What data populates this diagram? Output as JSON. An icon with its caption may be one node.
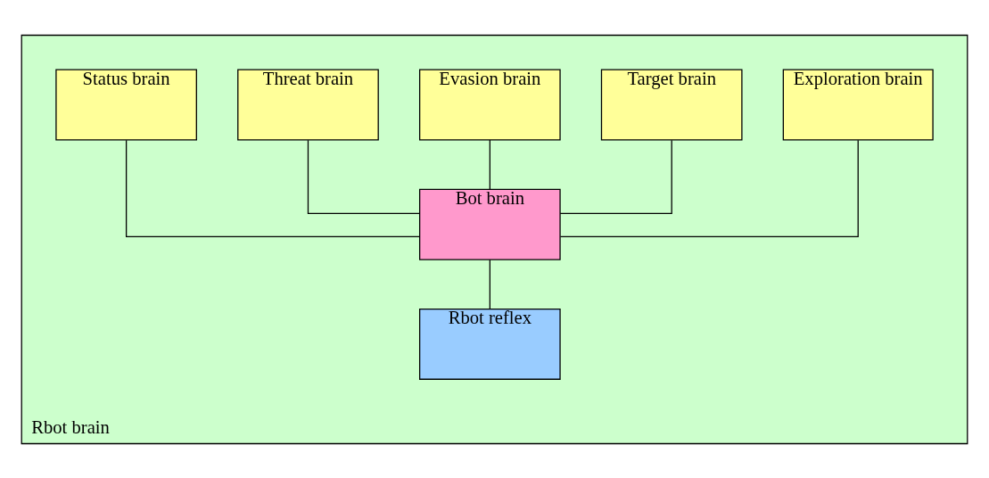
{
  "diagram": {
    "nodes": [
      {
        "text": [
          "Rbot brain"
        ]
      },
      {
        "text": [
          "Exploration brain"
        ],
        "in": 0
      },
      {
        "text": [
          "Target brain"
        ],
        "in": 0
      },
      {
        "text": [
          "Evasion brain"
        ],
        "in": 0
      },
      {
        "text": [
          "Threat brain"
        ],
        "in": 0
      },
      {
        "text": [
          "Status brain"
        ],
        "in": 0
      },
      {
        "text": [
          "Bot brain"
        ],
        "in": 0
      },
      {
        "text": [
          "Rbot reflex"
        ],
        "in": 0
      }
    ],
    "edges": [
      {
        "from": 1,
        "to": 6,
        "arrow": "none"
      },
      {
        "from": 2,
        "to": 6,
        "arrow": "none"
      },
      {
        "from": 3,
        "to": 6,
        "arrow": "none"
      },
      {
        "from": 4,
        "to": 6,
        "arrow": "none"
      },
      {
        "from": 5,
        "to": 6,
        "arrow": "none"
      },
      {
        "from": 6,
        "to": 7,
        "arrow": "none"
      }
    ]
  }
}
